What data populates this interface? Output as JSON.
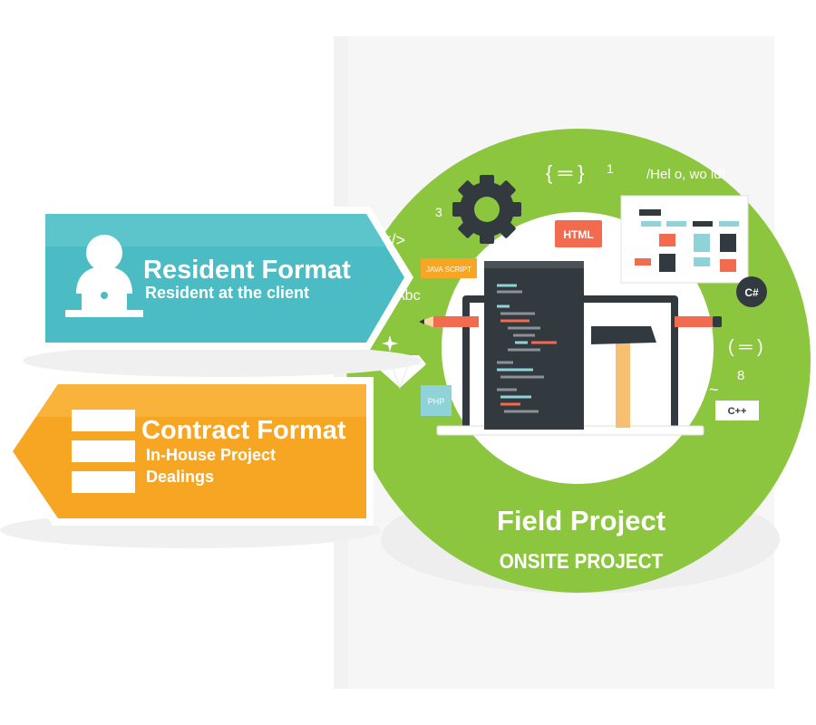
{
  "resident": {
    "title": "Resident Format",
    "subtitle": "Resident at the client",
    "color": "#4bbcc4"
  },
  "contract": {
    "title": "Contract Format",
    "subtitle_line1": "In-House Project",
    "subtitle_line2": "Dealings",
    "color": "#f6a623"
  },
  "field": {
    "title": "Field Project",
    "subtitle": "ONSITE PROJECT",
    "color": "#8cc63f"
  },
  "decorations": {
    "html_tag": "HTML",
    "javascript_tag": "JAVA SCRIPT",
    "php_tag": "PHP",
    "csharp_tag": "C#",
    "cpp_tag": "C++",
    "hello_text": "/Hel o, wo ld!",
    "abc_text": "Abc",
    "code_brace": "{ ═ }",
    "code_paren": "( ═ )",
    "tag_symbol": "</>",
    "tilde": "~",
    "num_1": "1",
    "num_3": "3",
    "num_8": "8"
  }
}
